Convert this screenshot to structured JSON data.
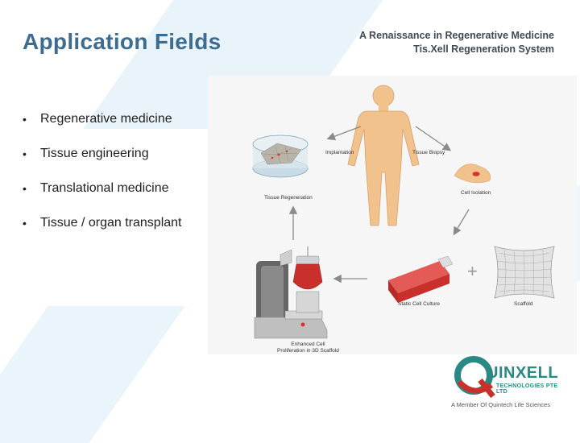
{
  "slide": {
    "title": "Application Fields",
    "header": {
      "line1": "A Renaissance in Regenerative Medicine",
      "line2": "Tis.Xell Regeneration System"
    },
    "bullets": [
      "Regenerative medicine",
      "Tissue engineering",
      "Translational medicine",
      "Tissue / organ transplant"
    ],
    "bullet_glyph": "•"
  },
  "diagram": {
    "labels": {
      "implantation": "Implantation",
      "tissue_biopsy": "Tissue Biopsy",
      "tissue_regeneration": "Tissue Regeneration",
      "cell_isolation": "Cell Isolation",
      "static_culture": "Static Cell Culture",
      "scaffold": "Scaffold",
      "enhanced_line1": "Enhanced Cell",
      "enhanced_line2": "Proliferation in 3D Scaffold",
      "plus": "+"
    },
    "colors": {
      "body": "#f2c28c",
      "red": "#d8322f",
      "arrow": "#8a8a8a",
      "machine": "#bfbfbf"
    }
  },
  "logo": {
    "letter": "Q",
    "word": "UINXELL",
    "subtitle": "TECHNOLOGIES PTE LTD",
    "tagline": "A Member Of Quintech Life Sciences",
    "colors": {
      "teal": "#2a8a83",
      "red": "#c9302c"
    }
  },
  "theme": {
    "title_color": "#3d6c93",
    "band_color": "#e7f3fa"
  }
}
